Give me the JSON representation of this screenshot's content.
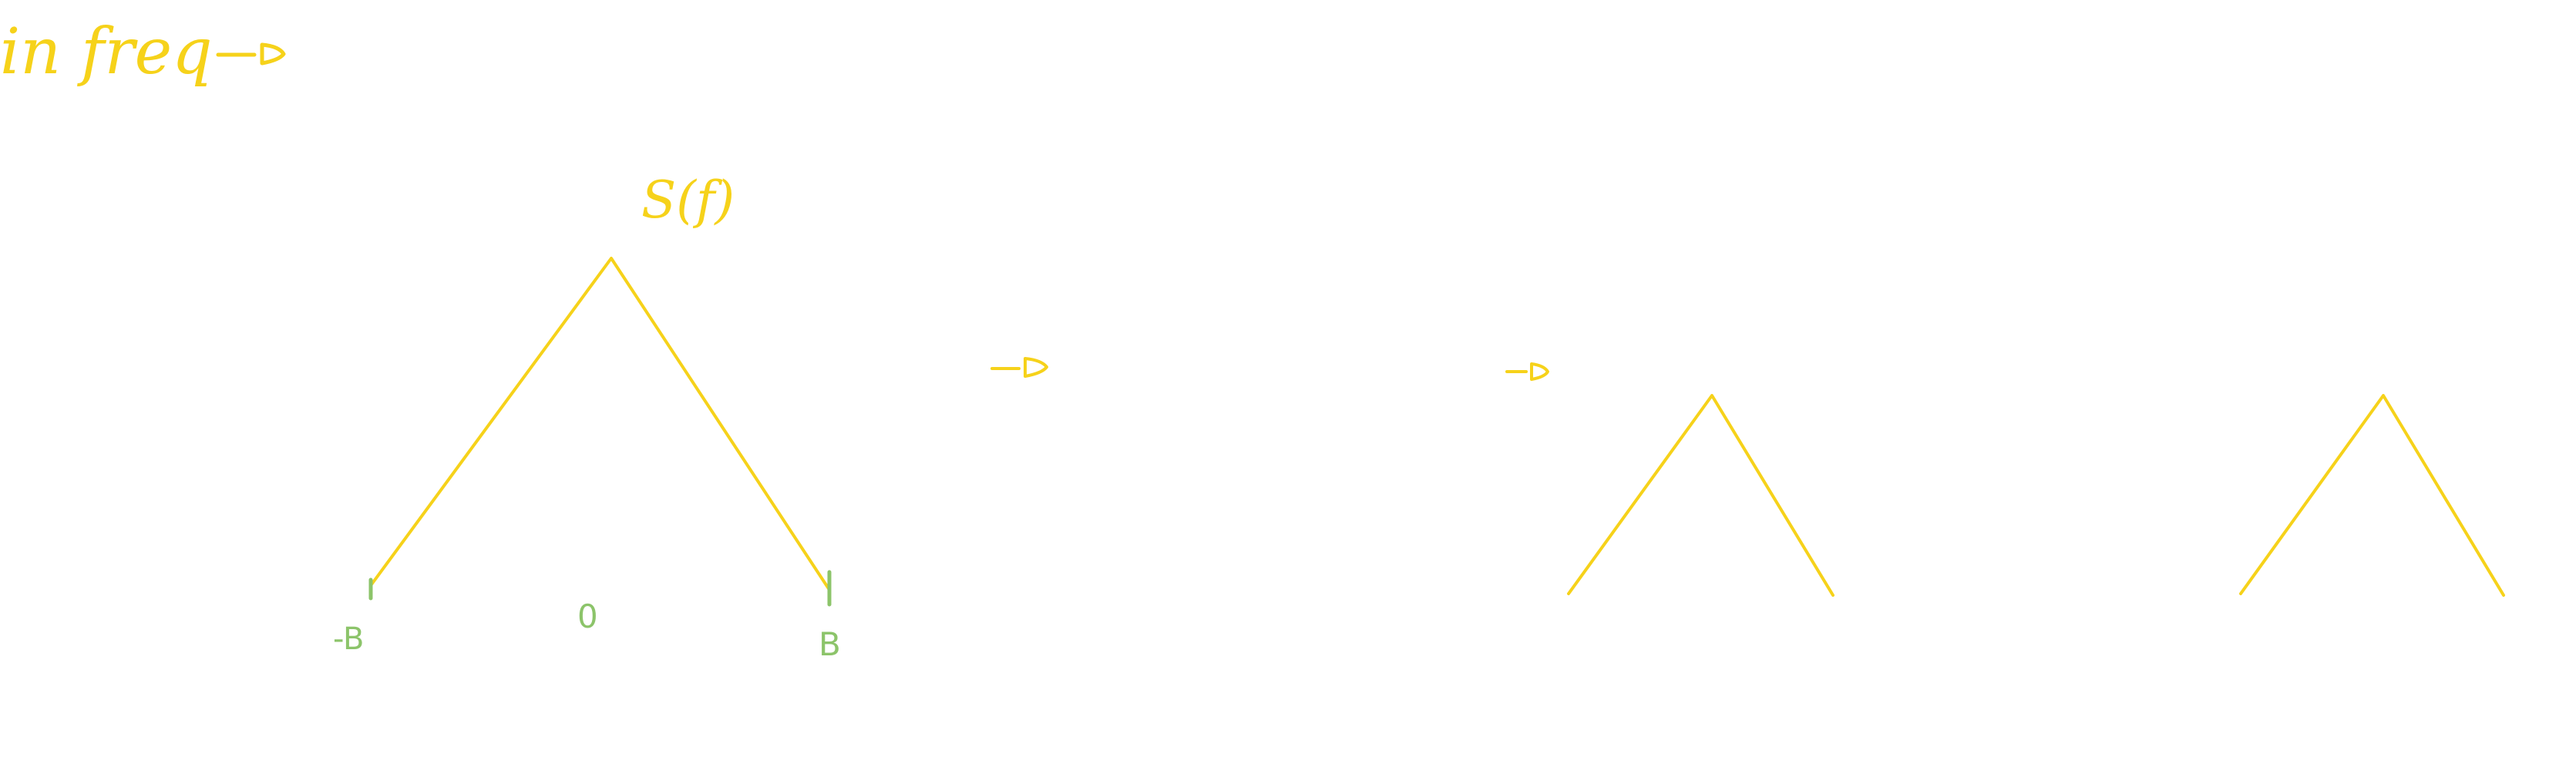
{
  "heading": "in freq",
  "spectrum_label": "S(f)",
  "axis_labels": {
    "neg_b": "-B",
    "zero": "0",
    "pos_b": "B"
  },
  "colors": {
    "yellow_ink": "#f6d21a",
    "green_ink": "#8cc46a",
    "background": "#ffffff"
  }
}
